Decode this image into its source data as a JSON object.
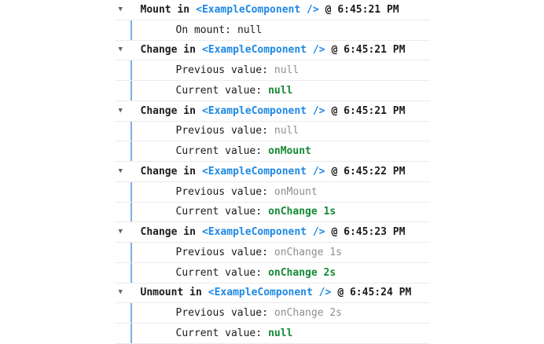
{
  "colors": {
    "text": "#1b1b1b",
    "blue": "#1e88e5",
    "green": "#148a34",
    "muted": "#8e8e8e",
    "guide": "#7fade8",
    "sep": "#ececec",
    "tri": "#5f6368"
  },
  "icons": {
    "disclosure": "▼"
  },
  "groups": [
    {
      "label": "Mount in",
      "component": "<ExampleComponent />",
      "time": "@ 6:45:21 PM",
      "children": [
        {
          "label": "On mount:",
          "value": "null",
          "style": "plain"
        }
      ]
    },
    {
      "label": "Change in",
      "component": "<ExampleComponent />",
      "time": "@ 6:45:21 PM",
      "children": [
        {
          "label": "Previous value:",
          "value": "null",
          "style": "muted"
        },
        {
          "label": "Current value:",
          "value": "null",
          "style": "current"
        }
      ]
    },
    {
      "label": "Change in",
      "component": "<ExampleComponent />",
      "time": "@ 6:45:21 PM",
      "children": [
        {
          "label": "Previous value:",
          "value": "null",
          "style": "muted"
        },
        {
          "label": "Current value:",
          "value": "onMount",
          "style": "current"
        }
      ]
    },
    {
      "label": "Change in",
      "component": "<ExampleComponent />",
      "time": "@ 6:45:22 PM",
      "children": [
        {
          "label": "Previous value:",
          "value": "onMount",
          "style": "muted"
        },
        {
          "label": "Current value:",
          "value": "onChange 1s",
          "style": "current"
        }
      ]
    },
    {
      "label": "Change in",
      "component": "<ExampleComponent />",
      "time": "@ 6:45:23 PM",
      "children": [
        {
          "label": "Previous value:",
          "value": "onChange 1s",
          "style": "muted"
        },
        {
          "label": "Current value:",
          "value": "onChange 2s",
          "style": "current"
        }
      ]
    },
    {
      "label": "Unmount in",
      "component": "<ExampleComponent />",
      "time": "@ 6:45:24 PM",
      "children": [
        {
          "label": "Previous value:",
          "value": "onChange 2s",
          "style": "muted"
        },
        {
          "label": "Current value:",
          "value": "null",
          "style": "current"
        }
      ]
    }
  ]
}
